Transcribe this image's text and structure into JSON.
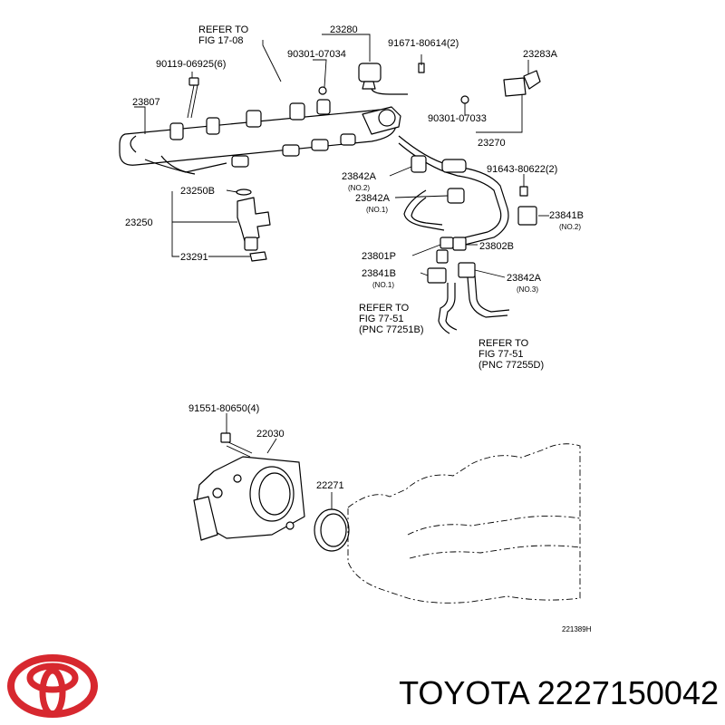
{
  "diagram": {
    "labels": {
      "refer_fig_17_08_line1": "REFER TO",
      "refer_fig_17_08_line2": "FIG 17-08",
      "p23280": "23280",
      "p90301_07034": "90301-07034",
      "p91671_80614": "91671-80614(2)",
      "p23283a": "23283A",
      "p90119_06925": "90119-06925(6)",
      "p23807": "23807",
      "p90301_07033": "90301-07033",
      "p23270": "23270",
      "p23842a_1": "23842A",
      "p23842a_1_sub": "(NO.2)",
      "p91643_80622": "91643-80622(2)",
      "p23250b": "23250B",
      "p23842a_2": "23842A",
      "p23842a_2_sub": "(NO.1)",
      "p23841b_1": "23841B",
      "p23841b_1_sub": "(NO.2)",
      "p23250": "23250",
      "p23801p": "23801P",
      "p23802b": "23802B",
      "p23291": "23291",
      "p23841b_2": "23841B",
      "p23841b_2_sub": "(NO.1)",
      "p23842a_3": "23842A",
      "p23842a_3_sub": "(NO.3)",
      "refer_77251_line1": "REFER TO",
      "refer_77251_line2": "FIG 77-51",
      "refer_77251_line3": "(PNC 77251B)",
      "refer_77255_line1": "REFER TO",
      "refer_77255_line2": "FIG 77-51",
      "refer_77255_line3": "(PNC 77255D)",
      "p91551_80650": "91551-80650(4)",
      "p22030": "22030",
      "p22271": "22271",
      "diagram_code": "221389H"
    }
  },
  "footer": {
    "brand_text": "TOYOTA 2227150042",
    "logo_icon": "toyota-logo-icon",
    "logo_color": "#d7282f"
  }
}
